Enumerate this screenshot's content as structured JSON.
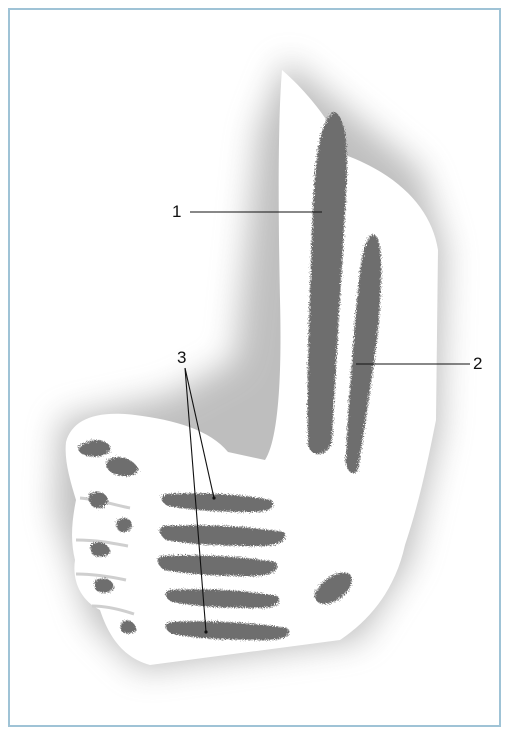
{
  "figure": {
    "frame_color": "#9fc3d6",
    "limb_fill": "#ffffff",
    "shadow_color": "#8a8a8a",
    "stipple_color": "#6e6e6e",
    "labels": [
      {
        "id": "1",
        "text": "1"
      },
      {
        "id": "2",
        "text": "2"
      },
      {
        "id": "3",
        "text": "3"
      }
    ]
  }
}
